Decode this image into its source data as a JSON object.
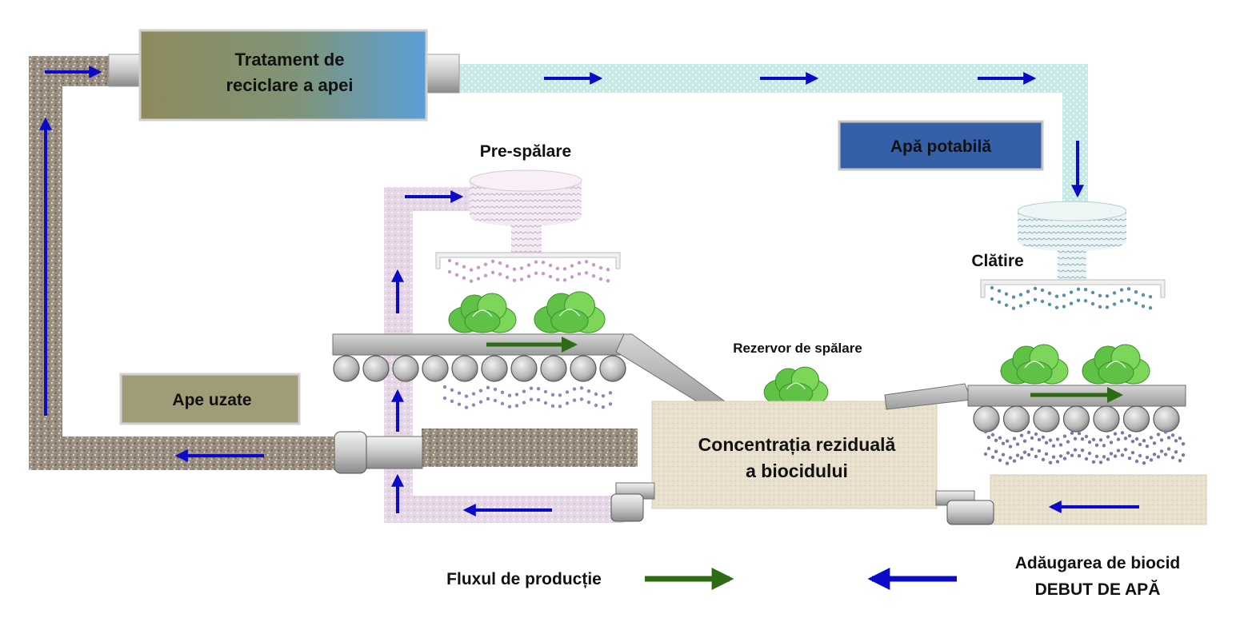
{
  "labels": {
    "treatment_line1": "Tratament de",
    "treatment_line2": "reciclare a apei",
    "potable_water": "Apă potabilă",
    "prewash": "Pre-spălare",
    "rinse": "Clătire",
    "wash_tank": "Rezervor de spălare",
    "wastewater": "Ape uzate",
    "residual_line1": "Concentrația reziduală",
    "residual_line2": "a biocidului",
    "production_flow": "Fluxul de producție",
    "biocide_line1": "Adăugarea de biocid",
    "biocide_line2": "DEBUT DE APĂ"
  },
  "colors": {
    "water_flow_arrow": "#0a0ac8",
    "production_arrow": "#2e6b14",
    "treatment_gradient_start": "#8f8a5c",
    "treatment_gradient_end": "#5b9fd8",
    "potable_box": "#3560a8",
    "wastewater_box": "#a09c78",
    "recycled_pipe": "#c8e8e6",
    "wastewater_pipe": "#8e8274",
    "prewash_pipe": "#e2d4e2",
    "tank_fill": "#e8dfcc",
    "conveyor": "#b8b8b8",
    "lettuce": "#6fcf4f"
  },
  "icons": [
    "lettuce-icon",
    "spray-nozzle-icon",
    "water-droplets-icon",
    "roller-icon",
    "pipe-connector-icon"
  ]
}
